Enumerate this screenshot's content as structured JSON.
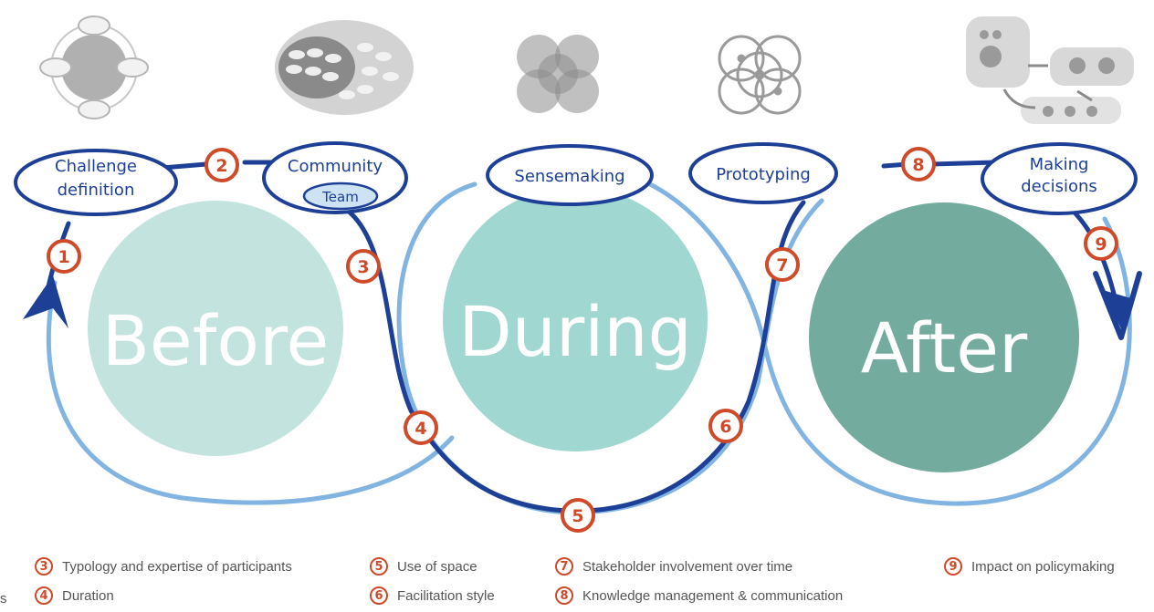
{
  "stages": [
    {
      "id": "before",
      "label": "Before",
      "color": "#c3e3df"
    },
    {
      "id": "during",
      "label": "During",
      "color": "#a0d7d1"
    },
    {
      "id": "after",
      "label": "After",
      "color": "#73ab9e"
    }
  ],
  "labels": {
    "challenge_line1": "Challenge",
    "challenge_line2": "definition",
    "community": "Community",
    "team": "Team",
    "sensemaking": "Sensemaking",
    "prototyping": "Prototyping",
    "decisions_line1": "Making",
    "decisions_line2": "decisions"
  },
  "markers": [
    "1",
    "2",
    "3",
    "4",
    "5",
    "6",
    "7",
    "8",
    "9"
  ],
  "legend": [
    {
      "num": "3",
      "text": "Typology and expertise of participants"
    },
    {
      "num": "4",
      "text": "Duration"
    },
    {
      "num": "5",
      "text": "Use of space"
    },
    {
      "num": "6",
      "text": "Facilitation style"
    },
    {
      "num": "7",
      "text": "Stakeholder involvement over time"
    },
    {
      "num": "8",
      "text": "Knowledge management & communication"
    },
    {
      "num": "9",
      "text": "Impact on policymaking"
    }
  ],
  "cut_text": "s",
  "colors": {
    "dark_blue": "#1d3f96",
    "light_blue": "#82b4e2",
    "marker_red": "#cf4a28",
    "icon_gray": "#a5a5a5"
  }
}
